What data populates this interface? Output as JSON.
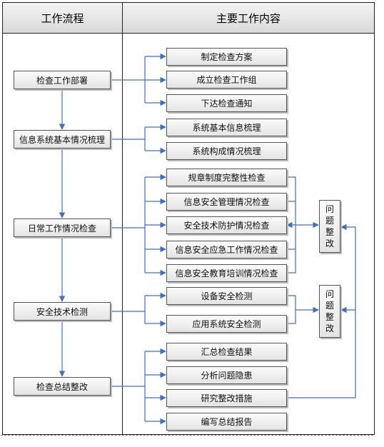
{
  "headers": {
    "left": "工作流程",
    "right": "主要工作内容"
  },
  "colors": {
    "line": "#3d6fc7"
  },
  "steps": [
    "检查工作部署",
    "信息系统基本情况梳理",
    "日常工作情况检查",
    "安全技术检测",
    "检查总结整改"
  ],
  "tasks": {
    "deploy": [
      "制定检查方案",
      "成立检查工作组",
      "下达检查通知"
    ],
    "system": [
      "系统基本信息梳理",
      "系统构成情况梳理"
    ],
    "daily": [
      "规章制度完整性检查",
      "信息安全管理情况检查",
      "安全技术防护情况检查",
      "信息安全应急工作情况检查",
      "信息安全教育培训情况检查"
    ],
    "tech": [
      "设备安全检测",
      "应用系统安全检测"
    ],
    "summary": [
      "汇总检查结果",
      "分析问题隐患",
      "研究整改措施",
      "编写总结报告"
    ]
  },
  "rectify": [
    "问题整改",
    "问题整改"
  ]
}
